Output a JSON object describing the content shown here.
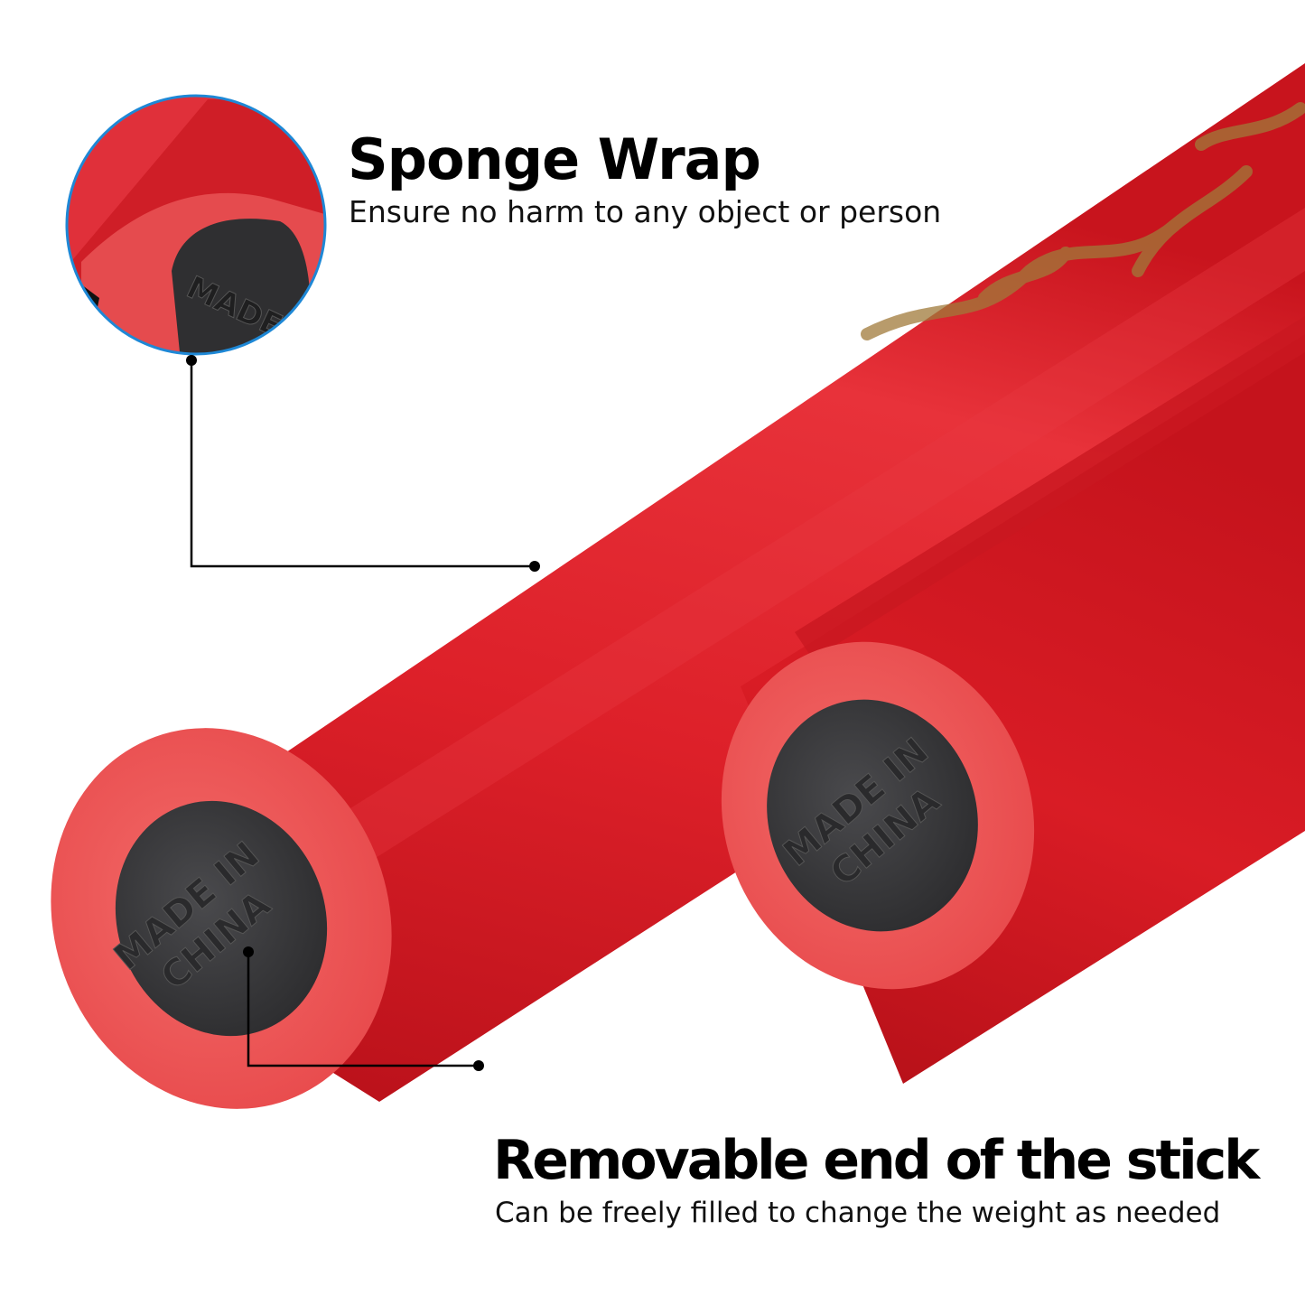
{
  "callouts": {
    "sponge_wrap": {
      "title": "Sponge Wrap",
      "subtitle": "Ensure no harm to any object or person"
    },
    "removable_end": {
      "title": "Removable end of the stick",
      "subtitle": "Can be freely filled to change the weight as needed"
    }
  },
  "product": {
    "end_cap_stamp": [
      "MADE IN",
      "CHINA"
    ],
    "zoom_stamp": "MADE"
  },
  "colors": {
    "stick_red": "#d71a22",
    "foam_pink": "#f05a5a",
    "cap_black": "#3a3a3c",
    "zoom_ring_blue": "#1e88d6",
    "pattern_gold": "#a07a3a"
  }
}
